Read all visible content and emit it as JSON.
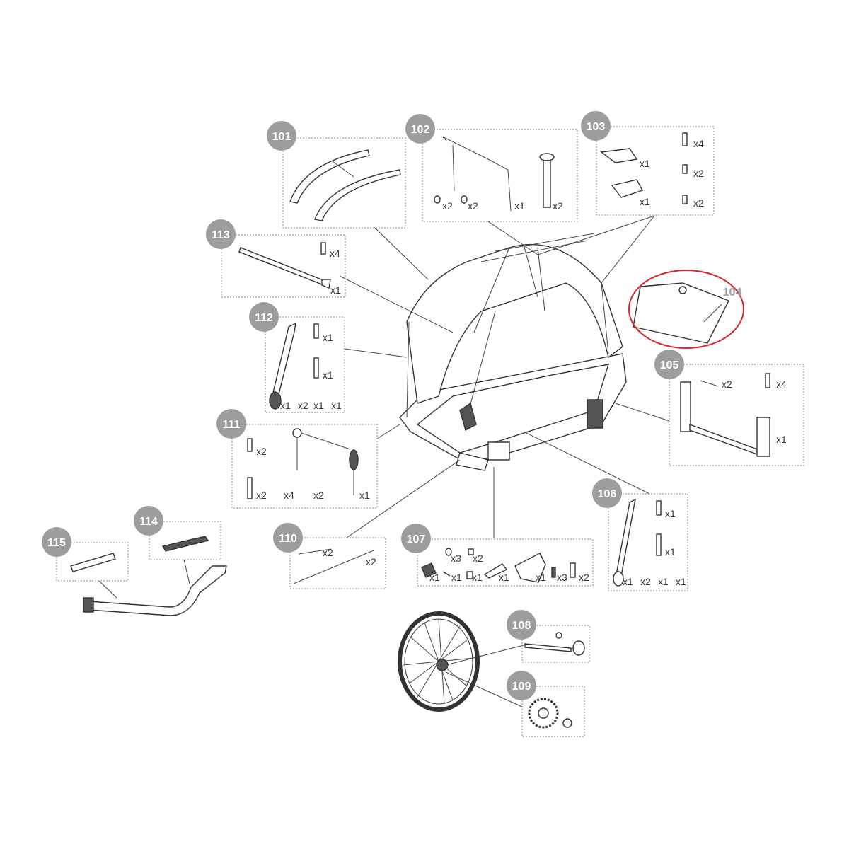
{
  "parts": {
    "p101": {
      "label": "101",
      "qty": []
    },
    "p102": {
      "label": "102",
      "qty": [
        "x2",
        "x2",
        "x1",
        "x2"
      ]
    },
    "p103": {
      "label": "103",
      "qty": [
        "x1",
        "x1",
        "x4",
        "x2",
        "x2"
      ]
    },
    "p104": {
      "label": "104",
      "qty": []
    },
    "p105": {
      "label": "105",
      "qty": [
        "x2",
        "x4",
        "x1"
      ]
    },
    "p106": {
      "label": "106",
      "qty": [
        "x1",
        "x1",
        "x1",
        "x2",
        "x1",
        "x1"
      ]
    },
    "p107": {
      "label": "107",
      "qty": [
        "x3",
        "x2",
        "x1",
        "x1",
        "x1",
        "x1",
        "x1",
        "x3",
        "x2"
      ]
    },
    "p108": {
      "label": "108",
      "qty": []
    },
    "p109": {
      "label": "109",
      "qty": []
    },
    "p110": {
      "label": "110",
      "qty": [
        "x2",
        "x2"
      ]
    },
    "p111": {
      "label": "111",
      "qty": [
        "x2",
        "x2",
        "x4",
        "x2",
        "x1"
      ]
    },
    "p112": {
      "label": "112",
      "qty": [
        "x1",
        "x1",
        "x1",
        "x2",
        "x1",
        "x1"
      ]
    },
    "p113": {
      "label": "113",
      "qty": [
        "x4",
        "x1"
      ]
    },
    "p114": {
      "label": "114",
      "qty": []
    },
    "p115": {
      "label": "115",
      "qty": []
    }
  },
  "highlight_color": "#d9262c",
  "badge_color": "#9d9d9d"
}
